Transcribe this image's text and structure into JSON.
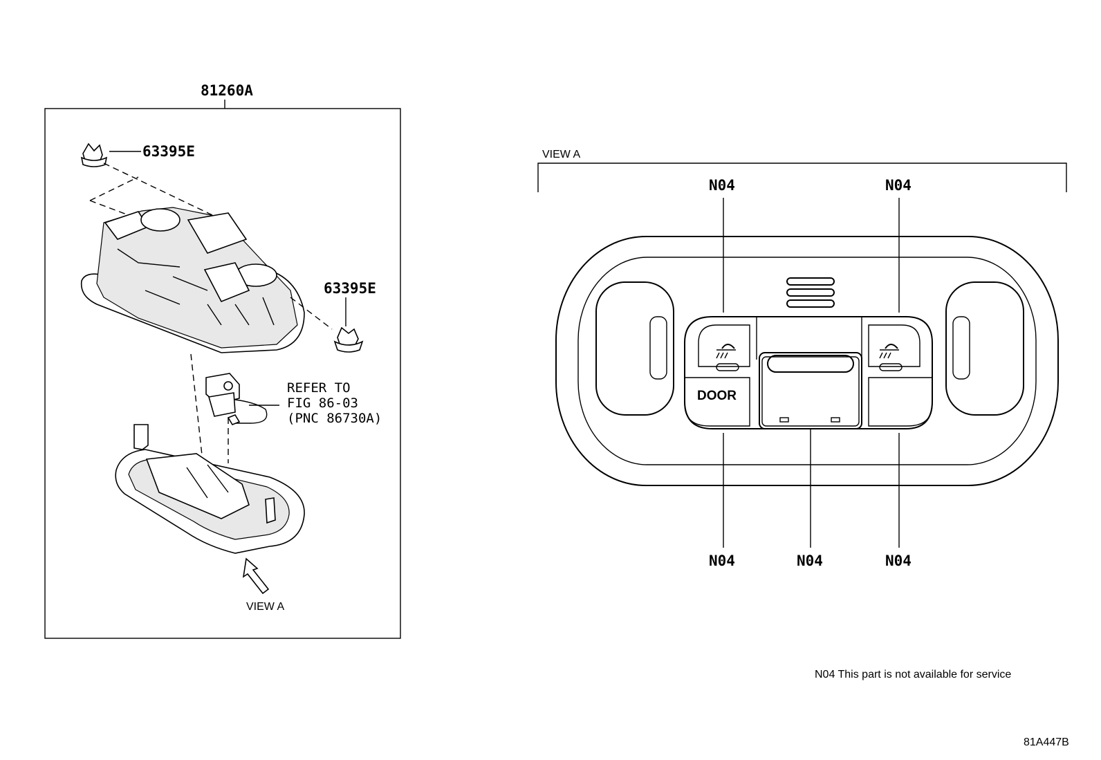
{
  "assembly_label": "81260A",
  "clip_upper_label": "63395E",
  "clip_right_label": "63395E",
  "refer_note": {
    "line1": "REFER TO",
    "line2": "FIG 86-03",
    "line3": "(PNC 86730A)"
  },
  "view_arrow_label": "VIEW A",
  "view_title": "VIEW A",
  "button_door_label": "DOOR",
  "callouts": {
    "top_left": "N04",
    "top_right": "N04",
    "bottom_left": "N04",
    "bottom_center": "N04",
    "bottom_right": "N04"
  },
  "footnote": "N04 This part is not available for service",
  "figure_code": "81A447B"
}
